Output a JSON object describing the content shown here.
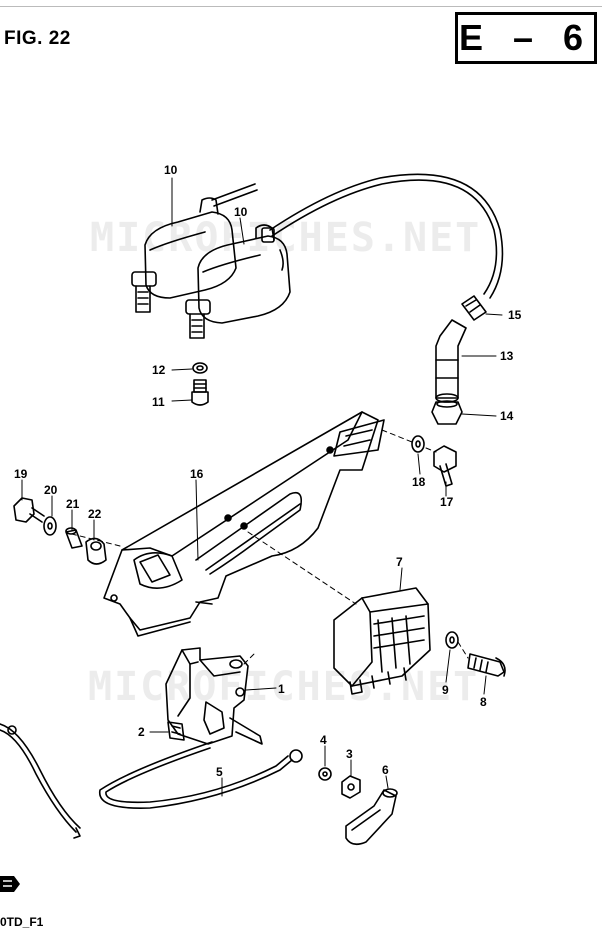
{
  "header": {
    "fig_label": "FIG. 22",
    "section_code": "E – 6"
  },
  "watermark": {
    "text": "MICROFICHES.NET"
  },
  "callouts": {
    "c1": "1",
    "c2": "2",
    "c3": "3",
    "c4": "4",
    "c5": "5",
    "c6": "6",
    "c7": "7",
    "c8": "8",
    "c9": "9",
    "c10a": "10",
    "c10b": "10",
    "c11": "11",
    "c12": "12",
    "c13": "13",
    "c14": "14",
    "c15": "15",
    "c16": "16",
    "c17": "17",
    "c18": "18",
    "c19": "19",
    "c20": "20",
    "c21": "21",
    "c22": "22"
  },
  "footer": {
    "code": "0TD_F1"
  }
}
